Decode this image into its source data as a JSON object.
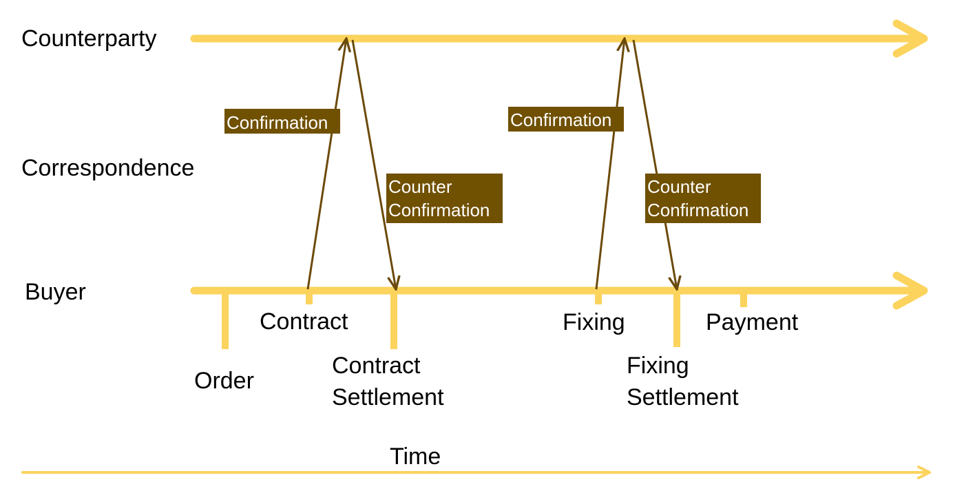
{
  "colors": {
    "timeline": "#fbd35d",
    "message": "#6b4a0a",
    "box_fill": "#705001",
    "box_text": "#ffffff",
    "text": "#000000"
  },
  "lanes": {
    "counterparty": "Counterparty",
    "correspondence": "Correspondence",
    "buyer": "Buyer"
  },
  "events": {
    "order": "Order",
    "contract": "Contract",
    "contract_settlement": [
      "Contract",
      "Settlement"
    ],
    "fixing": "Fixing",
    "fixing_settlement": [
      "Fixing",
      "Settlement"
    ],
    "payment": "Payment"
  },
  "messages": {
    "confirmation_1": "Confirmation",
    "counter_confirmation_1": [
      "Counter",
      "Confirmation"
    ],
    "confirmation_2": "Confirmation",
    "counter_confirmation_2": [
      "Counter",
      "Confirmation"
    ]
  },
  "time_label": "Time"
}
